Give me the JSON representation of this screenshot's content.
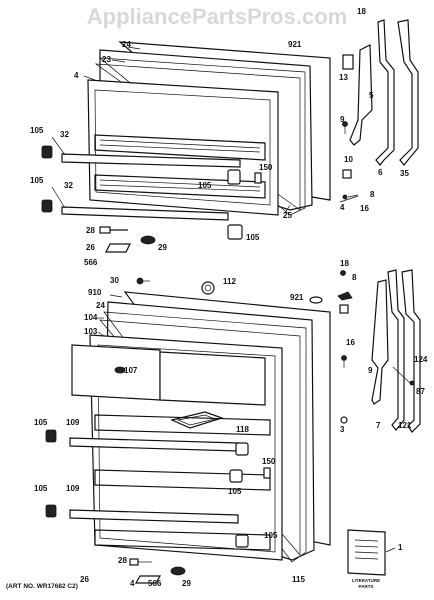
{
  "watermark": "AppliancePartsPros.com",
  "art_number": "(ART NO. WR17682 C2)",
  "literature_label_1": "LITERATURE",
  "literature_label_2": "PARTS",
  "callouts": {
    "l18a": "18",
    "l24a": "24",
    "l921a": "921",
    "l23": "23",
    "l4a": "4",
    "l13": "13",
    "l5": "5",
    "l9a": "9",
    "l6": "6",
    "l35": "35",
    "l105a": "105",
    "l32a": "32",
    "l150a": "150",
    "l10": "10",
    "l8a": "8",
    "l105b": "105",
    "l32b": "32",
    "l25": "25",
    "l4b": "4",
    "l16a": "16",
    "l28a": "28",
    "l29a": "29",
    "l26a": "26",
    "l105c": "105",
    "l566a": "566",
    "l30": "30",
    "l112": "112",
    "l18b": "18",
    "l910": "910",
    "l24b": "24",
    "l921b": "921",
    "l8b": "8",
    "l104": "104",
    "l103": "103",
    "l16b": "16",
    "l9b": "9",
    "l107": "107",
    "l124": "124",
    "l87": "87",
    "l118": "118",
    "l105d": "105",
    "l109a": "109",
    "l7": "7",
    "l121": "121",
    "l3": "3",
    "l150b": "150",
    "l105e": "105",
    "l105f": "105",
    "l109b": "109",
    "l105g": "105",
    "l28b": "28",
    "l26b": "26",
    "l4c": "4",
    "l566b": "566",
    "l29b": "29",
    "l115": "115",
    "l1": "1"
  }
}
